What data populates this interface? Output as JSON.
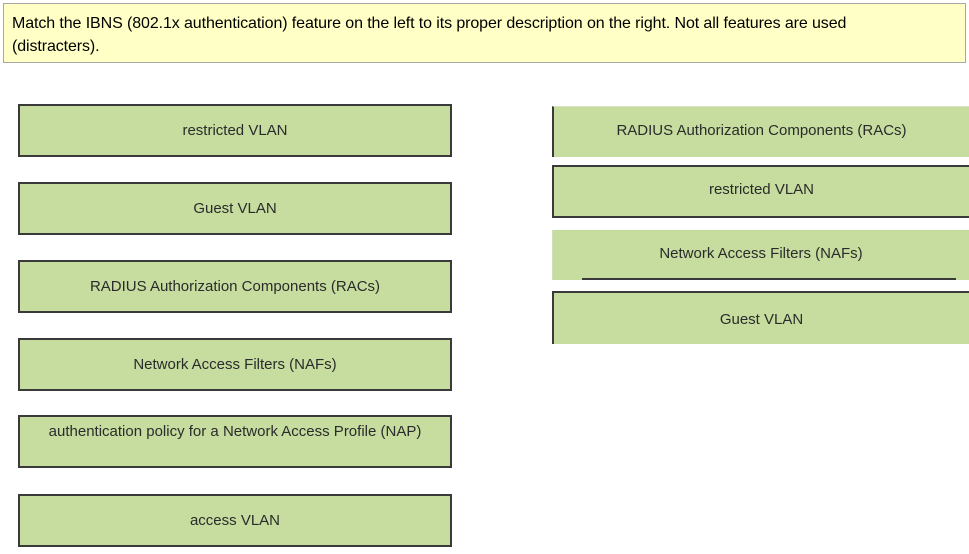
{
  "question": {
    "line1": "Match the IBNS (802.1x authentication) feature on the left to its proper description on the right. Not all features are used",
    "line2": "(distracters)."
  },
  "left_items": [
    "restricted VLAN",
    "Guest VLAN",
    "RADIUS Authorization Components (RACs)",
    "Network Access Filters (NAFs)",
    "authentication policy for a Network Access Profile (NAP)",
    "access VLAN"
  ],
  "right_items": [
    "RADIUS Authorization Components (RACs)",
    "restricted VLAN",
    "Network Access Filters (NAFs)",
    "Guest VLAN"
  ],
  "colors": {
    "question_bg": "#ffffc6",
    "box_fill": "#c6dd9f",
    "box_border": "#3a3a3a"
  }
}
